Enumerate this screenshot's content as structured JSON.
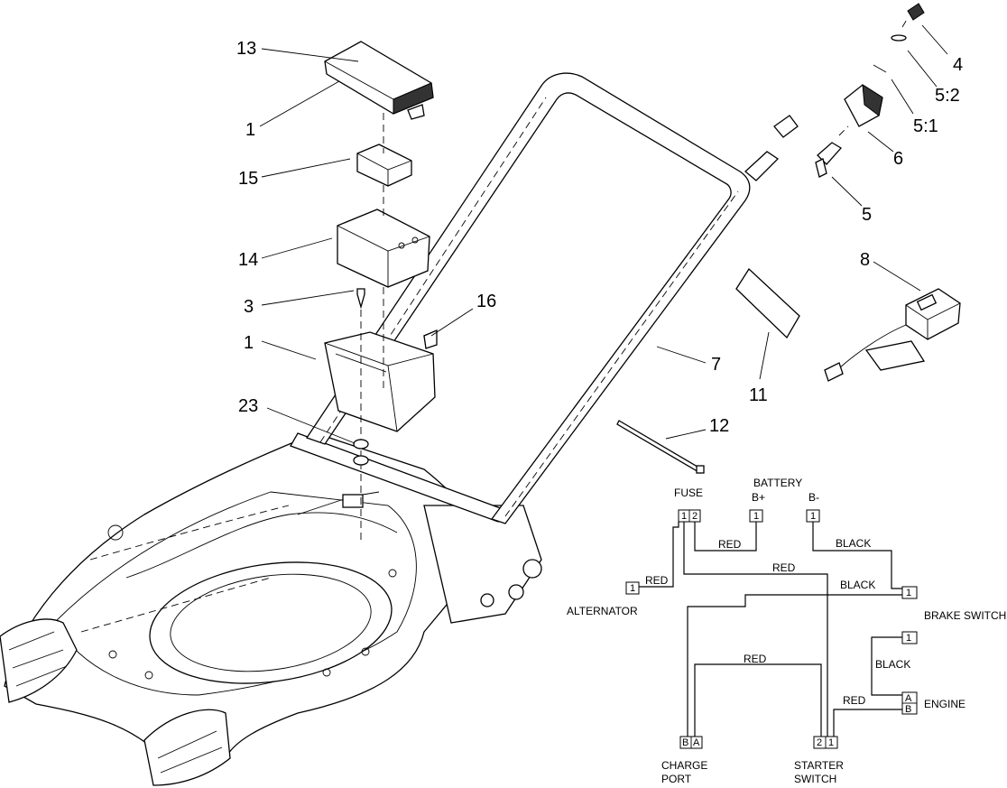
{
  "callouts": {
    "c13": "13",
    "c1a": "1",
    "c15": "15",
    "c14": "14",
    "c3": "3",
    "c16": "16",
    "c1b": "1",
    "c23": "23",
    "c4": "4",
    "c52": "5:2",
    "c51": "5:1",
    "c6": "6",
    "c5": "5",
    "c8": "8",
    "c7": "7",
    "c11": "11",
    "c12": "12"
  },
  "wiring": {
    "fuse": "FUSE",
    "battery": "BATTERY",
    "b_plus": "B+",
    "b_minus": "B-",
    "alternator": "ALTERNATOR",
    "brake_switch": "BRAKE SWITCH",
    "engine": "ENGINE",
    "charge_port_1": "CHARGE",
    "charge_port_2": "PORT",
    "starter_switch_1": "STARTER",
    "starter_switch_2": "SWITCH",
    "red": "RED",
    "black": "BLACK",
    "pin_1": "1",
    "pin_2": "2",
    "pin_a": "A",
    "pin_b": "B"
  }
}
